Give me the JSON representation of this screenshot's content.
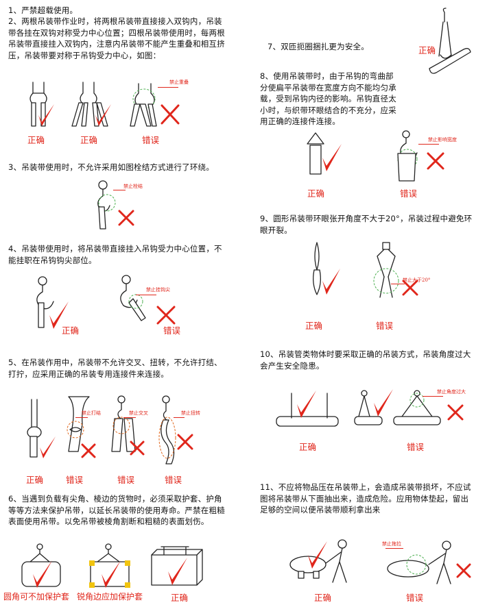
{
  "rule1": "1、严禁超载使用。",
  "rule2": "2、两根吊装带作业时，将两根吊装带直接接入双钩内，吊装带各挂在双钩对称受力中心位置；四根吊装带使用时，每两根吊装带直接挂入双钩内，注意内吊装带不能产生重叠和相互挤压，吊装带要对称于吊钩受力中心，如图：",
  "rule3": "3、吊装带使用时，不允许采用如图栓结方式进行了环绕。",
  "rule4": "4、吊装带使用时，将吊装带直接挂入吊钩受力中心位置，不能挂职在吊钩钩尖部位。",
  "rule5": "5、在吊装作用中，吊装带不允许交叉、扭转，不允许打结、打拧，应采用正确的吊装专用连接件来连接。",
  "rule6": "6、当遇到负载有尖角、棱边的货物时，必须采取护套、护角等等方法来保护吊带，以延长吊装带的使用寿命。严禁在粗糙表面使用吊带。以免吊带被棱角割断和粗糙的表面划伤。",
  "rule7": "7、双匝扼圈捆扎更为安全。",
  "rule8": "8、使用吊装带时，由于吊钩的弯曲部分使扁平吊装带在宽度方向不能均匀承载，受到吊钩内径的影响。吊钩直径太小时，与织带环眼结合的不充分，应采用正确的连接件连接。",
  "rule9": "9、圆形吊装带环眼张开角度不大于20°，吊装过程中避免环眼开裂。",
  "rule10": "10、吊装管类物体时要采取正确的吊装方式，吊装角度过大会产生安全隐患。",
  "rule11": "11、不应将物品压在吊装带上，会造成吊装带损坏，不应试图将吊装带从下面抽出来，造成危险。应用物体垫起，留出足够的空间以便吊装带顺利拿出来",
  "labels": {
    "correct": "正确",
    "wrong": "错误",
    "round_corner": "圆角可不加保护套",
    "sharp_corner": "锐角边应加保护套"
  },
  "notes": {
    "overlap": "禁止重叠",
    "tie": "禁止栓结",
    "hook_tip": "禁止挂钩尖",
    "knot": "禁止打结",
    "cross": "禁止交叉",
    "twist": "禁止扭转",
    "width": "禁止影响宽度",
    "angle20": "禁止大于20°",
    "angle_big": "禁止角度过大",
    "pull": "禁止拖拉"
  },
  "colors": {
    "accent": "#e0261b",
    "guide": "#4caf50"
  }
}
